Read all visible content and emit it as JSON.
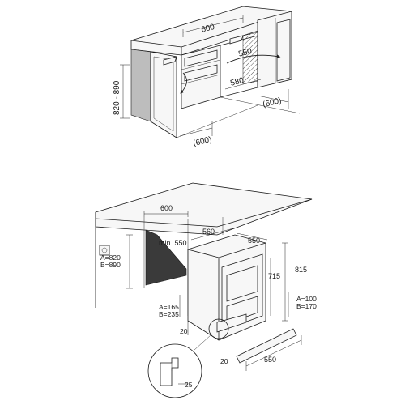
{
  "top": {
    "width": "600",
    "depth_mid": "580",
    "door_arc": "550",
    "height_range": "820 - 890",
    "depth_right": "(600)",
    "depth_left": "(600)"
  },
  "bottom": {
    "niche_width": "600",
    "min_depth": "min. 550",
    "appliance_depth": "560",
    "appliance_width": "550",
    "height_815": "815",
    "height_715": "715",
    "niche_height_a": "A=820",
    "niche_height_b": "B=890",
    "plinth_a": "A=165",
    "plinth_b": "B=235",
    "foot_a": "A=100",
    "foot_b": "B=170",
    "gap_left": "20",
    "gap_bottom": "20",
    "plinth_width": "550",
    "detail_gap": "25"
  }
}
